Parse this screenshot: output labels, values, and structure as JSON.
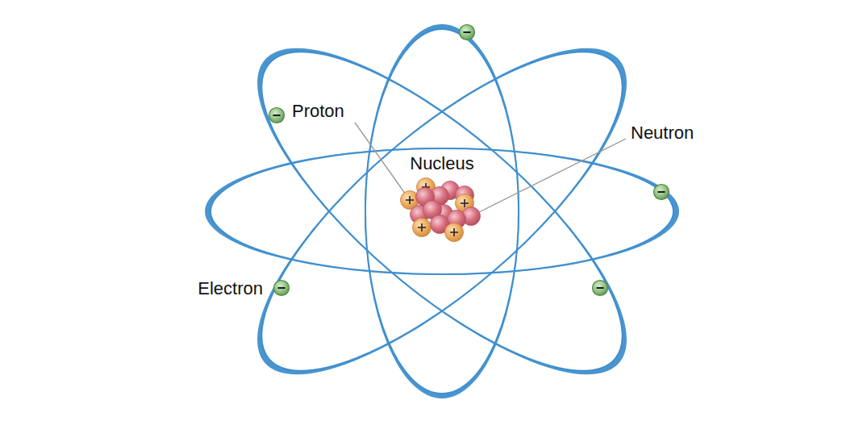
{
  "diagram": {
    "labels": [
      "Proton",
      "Nucleus",
      "Neutron",
      "Electron"
    ]
  }
}
